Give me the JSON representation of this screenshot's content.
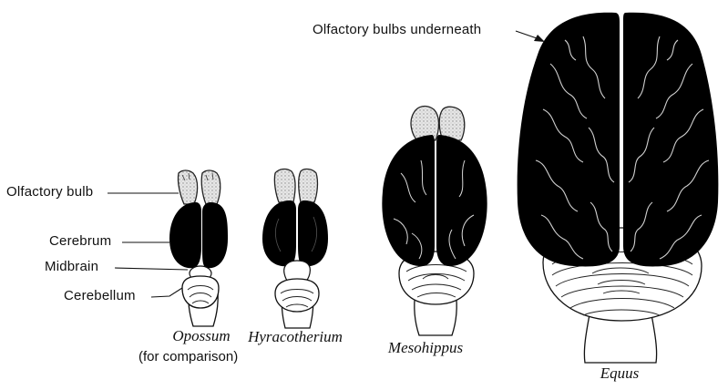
{
  "labels": {
    "olfactory_bulb": "Olfactory bulb",
    "cerebrum": "Cerebrum",
    "midbrain": "Midbrain",
    "cerebellum": "Cerebellum",
    "olfactory_bulbs_underneath": "Olfactory bulbs underneath"
  },
  "captions": {
    "opossum": "Opossum",
    "opossum_note": "(for comparison)",
    "hyracotherium": "Hyracotherium",
    "mesohippus": "Mesohippus",
    "equus": "Equus"
  }
}
